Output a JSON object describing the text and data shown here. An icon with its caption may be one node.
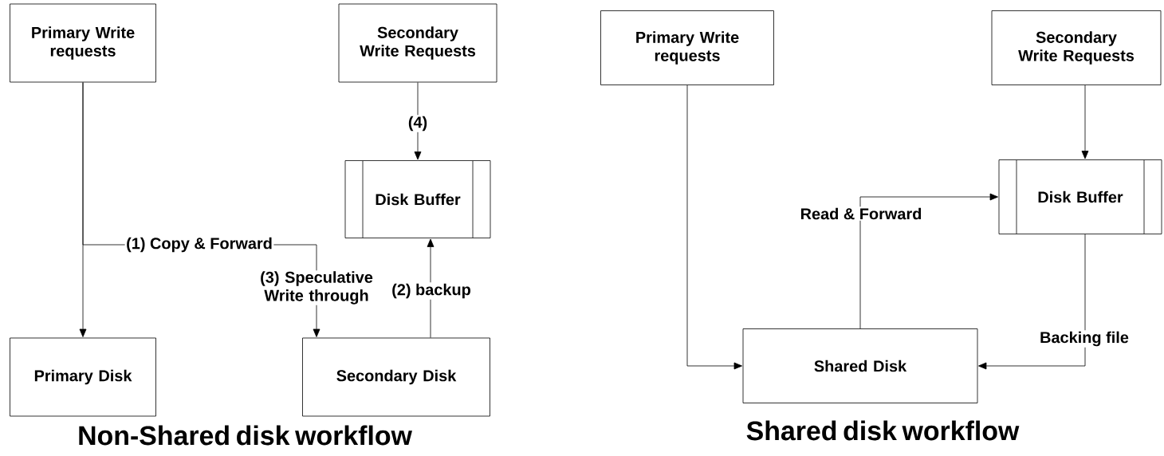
{
  "diagram": {
    "nodes": [
      {
        "text": [
          "Primary Write requests"
        ]
      },
      {
        "text": [
          "Secondary Write Requests"
        ]
      },
      {
        "text": [
          "Disk Buffer"
        ]
      },
      {
        "text": [
          "Primary Disk"
        ]
      },
      {
        "text": [
          "Secondary Disk"
        ]
      },
      {
        "text": [
          "Primary Write requests"
        ]
      },
      {
        "text": [
          "Secondary Write Requests"
        ]
      },
      {
        "text": [
          "Disk Buffer"
        ]
      },
      {
        "text": [
          "Shared Disk"
        ]
      }
    ],
    "edges": [
      {
        "from": 0,
        "to": 3,
        "arrow": "to"
      },
      {
        "from": 0,
        "to": 4,
        "arrow": "to",
        "label": "(1) Copy & Forward"
      },
      {
        "from": 4,
        "to": 2,
        "arrow": "to",
        "label": "(2) backup"
      },
      {
        "from": 1,
        "to": 2,
        "arrow": "to",
        "label": "(4)"
      },
      {
        "from": 5,
        "to": 8,
        "arrow": "to"
      },
      {
        "from": 6,
        "to": 7,
        "arrow": "to"
      },
      {
        "from": 8,
        "to": 7,
        "arrow": "to",
        "label": "Read & Forward"
      },
      {
        "from": 7,
        "to": 8,
        "arrow": "to",
        "label": "Backing file"
      }
    ],
    "labels": [
      "(3) Speculative Write through",
      "Non-Shared disk workflow",
      "Shared disk workflow"
    ]
  }
}
